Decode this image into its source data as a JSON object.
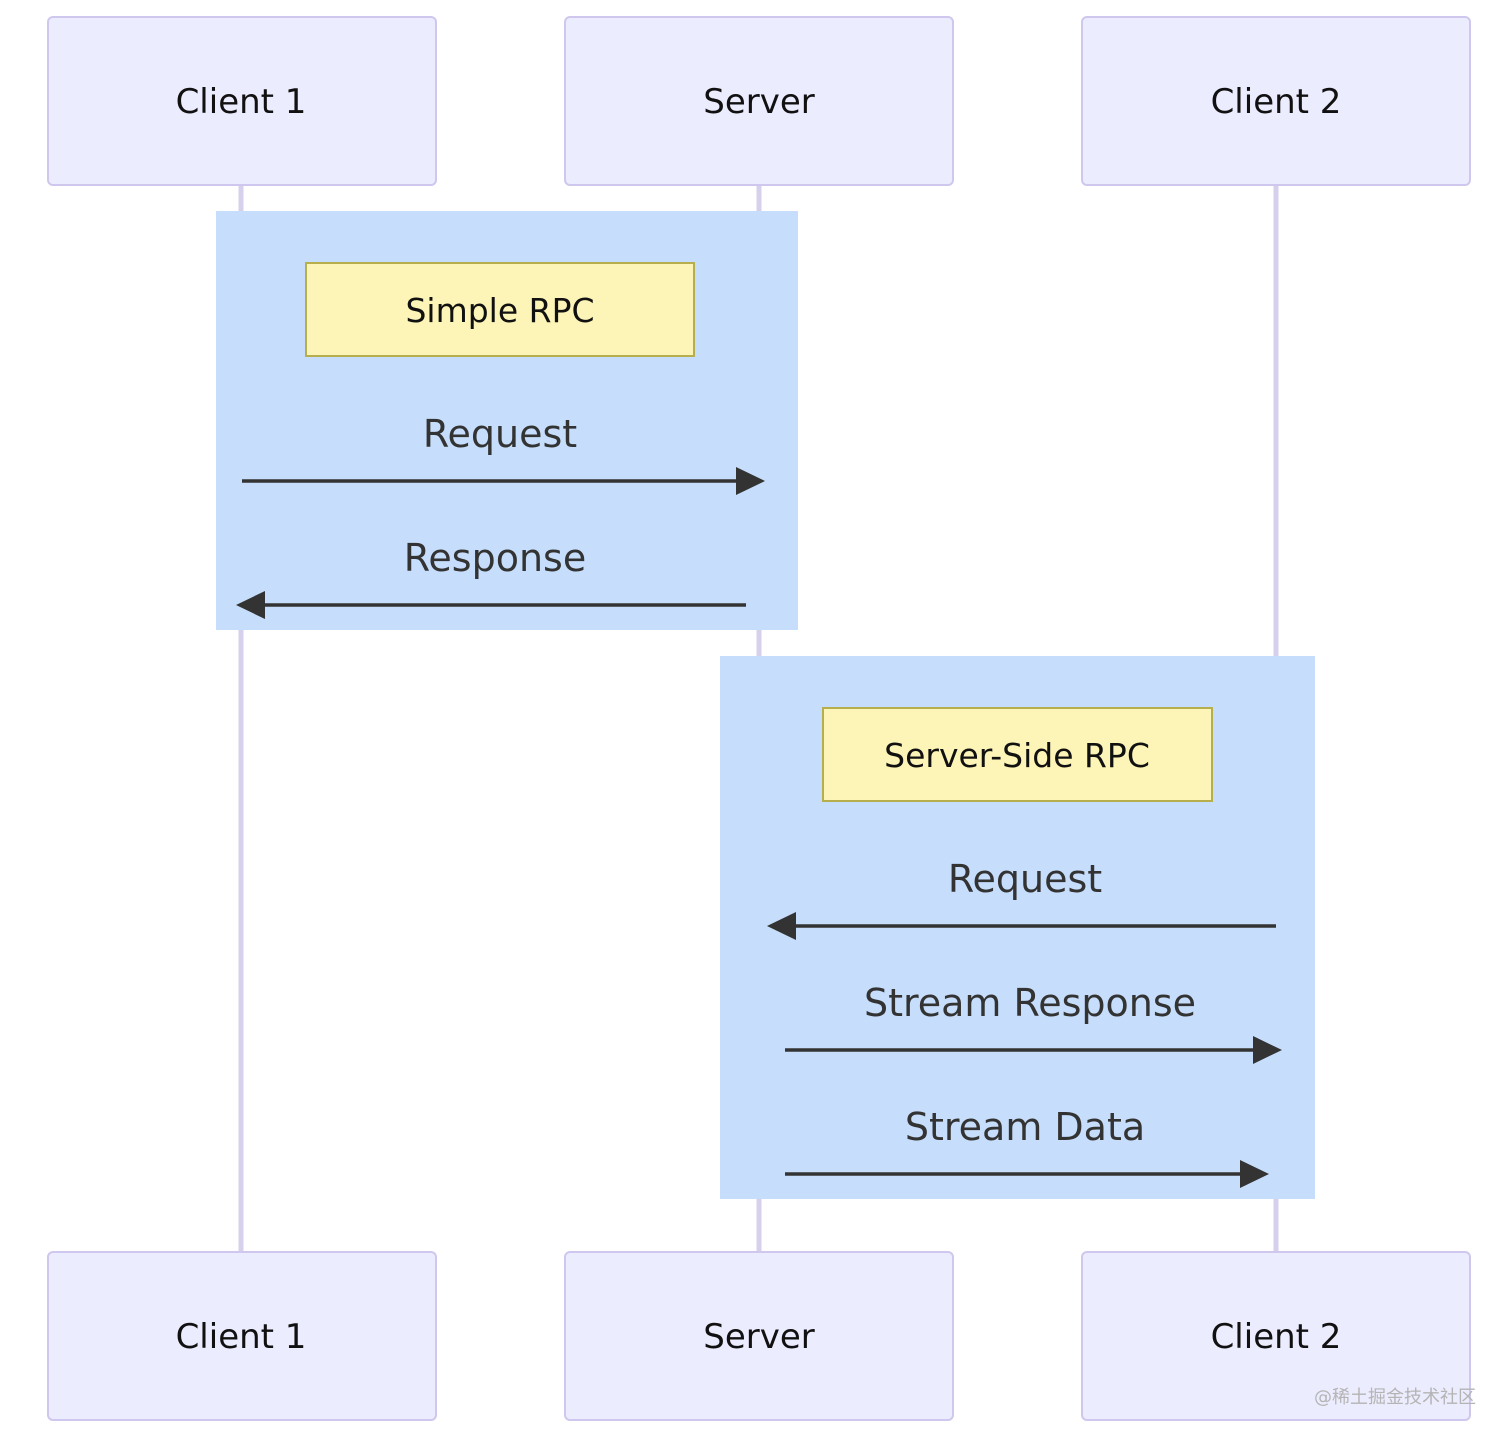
{
  "participants": [
    {
      "id": "client1",
      "label": "Client 1"
    },
    {
      "id": "server",
      "label": "Server"
    },
    {
      "id": "client2",
      "label": "Client 2"
    }
  ],
  "blocks": [
    {
      "note": "Simple RPC",
      "messages": [
        {
          "from": "client1",
          "to": "server",
          "label": "Request"
        },
        {
          "from": "server",
          "to": "client1",
          "label": "Response"
        }
      ]
    },
    {
      "note": "Server-Side RPC",
      "messages": [
        {
          "from": "client2",
          "to": "server",
          "label": "Request"
        },
        {
          "from": "server",
          "to": "client2",
          "label": "Stream Response"
        },
        {
          "from": "server",
          "to": "client2",
          "label": "Stream Data"
        }
      ]
    }
  ],
  "watermark": "@稀土掘金技术社区",
  "colors": {
    "actor_fill": "#ECECFF",
    "actor_border": "#CFC7EE",
    "lifeline": "#D6D0EC",
    "block_fill": "#C6DEFB",
    "note_fill": "#FDF5B7",
    "note_border": "#B7AE4D",
    "arrow": "#333333"
  }
}
